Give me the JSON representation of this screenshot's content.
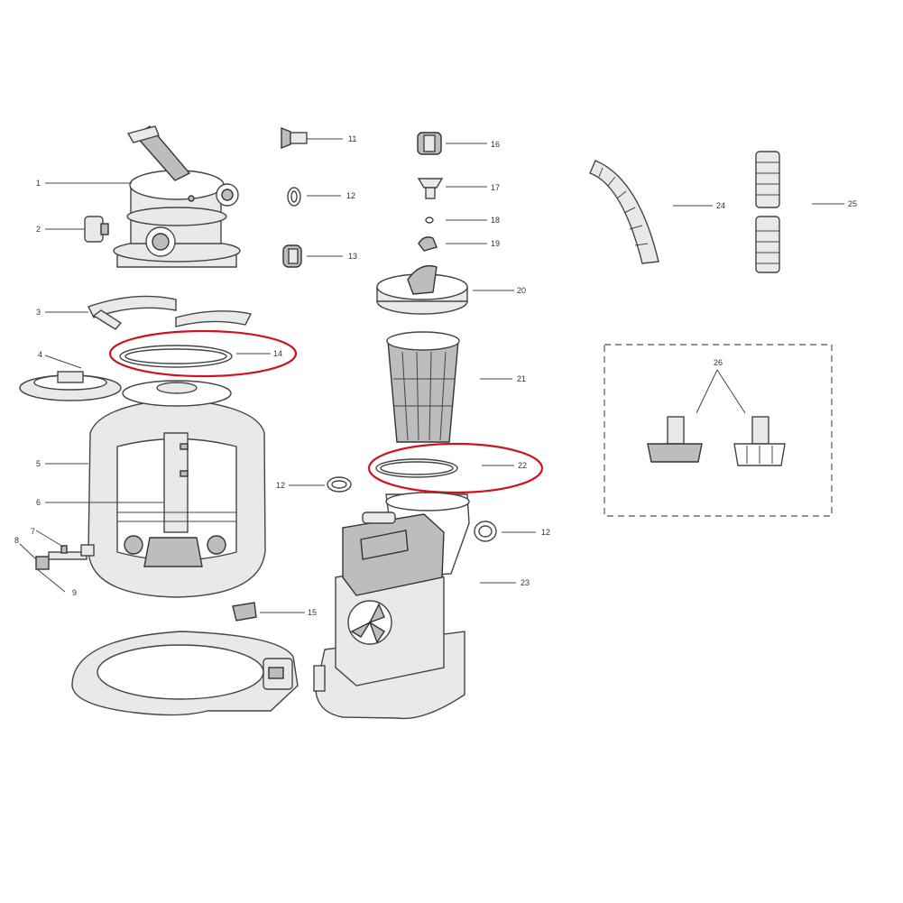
{
  "diagram": {
    "callouts": [
      {
        "id": "c1",
        "text": "1"
      },
      {
        "id": "c2",
        "text": "2"
      },
      {
        "id": "c3",
        "text": "3"
      },
      {
        "id": "c4",
        "text": "4"
      },
      {
        "id": "c5",
        "text": "5"
      },
      {
        "id": "c6",
        "text": "6"
      },
      {
        "id": "c7",
        "text": "7"
      },
      {
        "id": "c8",
        "text": "8"
      },
      {
        "id": "c9",
        "text": "9"
      },
      {
        "id": "c11",
        "text": "11"
      },
      {
        "id": "c12a",
        "text": "12"
      },
      {
        "id": "c13",
        "text": "13"
      },
      {
        "id": "c14",
        "text": "14"
      },
      {
        "id": "c12b",
        "text": "12"
      },
      {
        "id": "c15",
        "text": "15"
      },
      {
        "id": "c16",
        "text": "16"
      },
      {
        "id": "c17",
        "text": "17"
      },
      {
        "id": "c18",
        "text": "18"
      },
      {
        "id": "c19",
        "text": "19"
      },
      {
        "id": "c20",
        "text": "20"
      },
      {
        "id": "c21",
        "text": "21"
      },
      {
        "id": "c22",
        "text": "22"
      },
      {
        "id": "c12c",
        "text": "12"
      },
      {
        "id": "c23",
        "text": "23"
      },
      {
        "id": "c24",
        "text": "24"
      },
      {
        "id": "c25",
        "text": "25"
      },
      {
        "id": "c26",
        "text": "26"
      }
    ],
    "highlighted_parts": [
      "14",
      "22"
    ],
    "highlight_color": "#d0121b",
    "line_color": "#444444"
  }
}
